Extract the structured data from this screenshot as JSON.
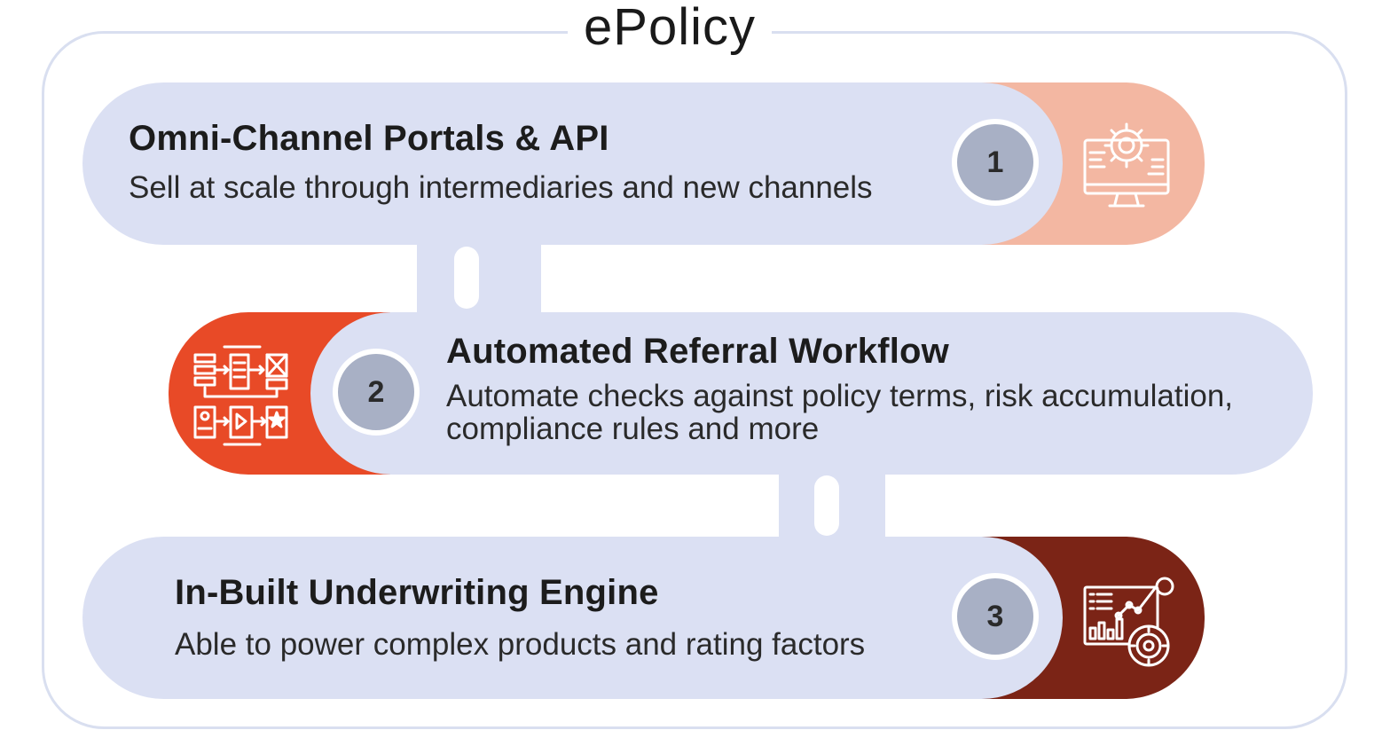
{
  "title": "ePolicy",
  "steps": [
    {
      "number": "1",
      "heading": "Omni-Channel Portals & API",
      "description": "Sell at scale through intermediaries and new channels",
      "icon": "gear-monitor-icon",
      "accent": "#f3b7a2"
    },
    {
      "number": "2",
      "heading": "Automated Referral Workflow",
      "description_lines": [
        "Automate checks against policy terms, risk accumulation,",
        "compliance rules and more"
      ],
      "icon": "workflow-icon",
      "accent": "#e84a27"
    },
    {
      "number": "3",
      "heading": "In-Built Underwriting Engine",
      "description": "Able to power complex products and rating factors",
      "icon": "analytics-dashboard-icon",
      "accent": "#7b2416"
    }
  ],
  "colors": {
    "pill": "#dbe0f3",
    "frame": "#d9dff0",
    "badge": "#a8b0c5"
  }
}
